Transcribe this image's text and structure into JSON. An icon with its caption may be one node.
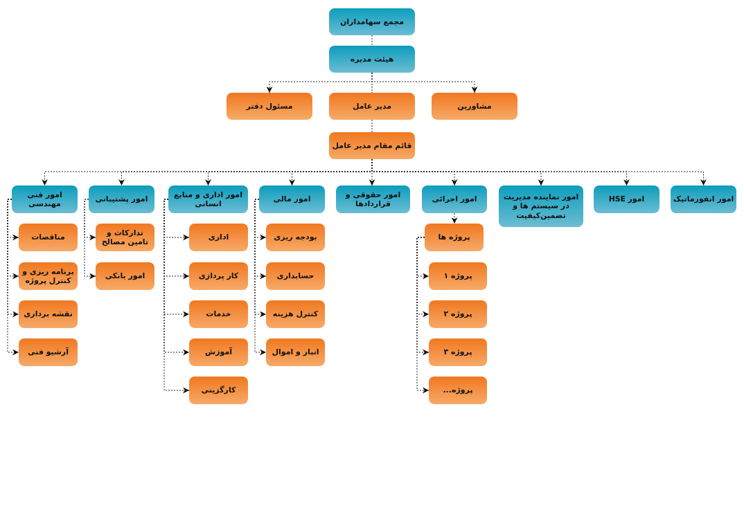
{
  "diagram": {
    "nodes": [
      {
        "text": [
          "مجمع سهامداران"
        ]
      },
      {
        "text": [
          "هیئت مدیره"
        ]
      },
      {
        "text": [
          "مسئول دفتر"
        ]
      },
      {
        "text": [
          "مدیر عامل"
        ]
      },
      {
        "text": [
          "مشاورین"
        ]
      },
      {
        "text": [
          "قائم مقام مدیر عامل"
        ]
      },
      {
        "text": [
          "امور فنی مهندسی"
        ]
      },
      {
        "text": [
          "امور پشتیبانی"
        ]
      },
      {
        "text": [
          "امور اداری و منابع انسانی"
        ]
      },
      {
        "text": [
          "امور مالی"
        ]
      },
      {
        "text": [
          "امور حقوقی و قراردادها"
        ]
      },
      {
        "text": [
          "امور اجرائی"
        ]
      },
      {
        "text": [
          "امور نماینده مدیریت در سیستم ها و تضمین‌کیفیت"
        ]
      },
      {
        "text": [
          "امور HSE"
        ]
      },
      {
        "text": [
          "امور انفورماتیک"
        ]
      },
      {
        "text": [
          "مناقصات"
        ]
      },
      {
        "text": [
          "برنامه ریزی و کنترل پروژه"
        ]
      },
      {
        "text": [
          "نقشه برداری"
        ]
      },
      {
        "text": [
          "آرشیو فنی"
        ]
      },
      {
        "text": [
          "تدارکات و تامین مصالح"
        ]
      },
      {
        "text": [
          "امور بانکی"
        ]
      },
      {
        "text": [
          "اداری"
        ]
      },
      {
        "text": [
          "کار پردازی"
        ]
      },
      {
        "text": [
          "خدمات"
        ]
      },
      {
        "text": [
          "آموزش"
        ]
      },
      {
        "text": [
          "کارگزینی"
        ]
      },
      {
        "text": [
          "بودجه ریزی"
        ]
      },
      {
        "text": [
          "حسابداری"
        ]
      },
      {
        "text": [
          "کنترل هزینه"
        ]
      },
      {
        "text": [
          "انبار و اموال"
        ]
      },
      {
        "text": [
          "پروژه ها"
        ]
      },
      {
        "text": [
          "پروژه ۱"
        ]
      },
      {
        "text": [
          "پروژه ۲"
        ]
      },
      {
        "text": [
          "پروژه ۳"
        ]
      },
      {
        "text": [
          "پروژه..."
        ]
      }
    ],
    "edges": [
      {
        "from": 0,
        "to": 1,
        "arrow": "none"
      },
      {
        "from": 1,
        "to": 2,
        "arrow": "to"
      },
      {
        "from": 1,
        "to": 3,
        "arrow": "none"
      },
      {
        "from": 1,
        "to": 4,
        "arrow": "to"
      },
      {
        "from": 3,
        "to": 5,
        "arrow": "none"
      },
      {
        "from": 5,
        "to": 6,
        "arrow": "to"
      },
      {
        "from": 5,
        "to": 7,
        "arrow": "to"
      },
      {
        "from": 5,
        "to": 8,
        "arrow": "to"
      },
      {
        "from": 5,
        "to": 9,
        "arrow": "to"
      },
      {
        "from": 5,
        "to": 10,
        "arrow": "to"
      },
      {
        "from": 5,
        "to": 11,
        "arrow": "to"
      },
      {
        "from": 5,
        "to": 12,
        "arrow": "to"
      },
      {
        "from": 5,
        "to": 13,
        "arrow": "to"
      },
      {
        "from": 5,
        "to": 14,
        "arrow": "to"
      },
      {
        "from": 6,
        "to": 15,
        "arrow": "to"
      },
      {
        "from": 6,
        "to": 16,
        "arrow": "to"
      },
      {
        "from": 6,
        "to": 17,
        "arrow": "to"
      },
      {
        "from": 6,
        "to": 18,
        "arrow": "to"
      },
      {
        "from": 7,
        "to": 19,
        "arrow": "to"
      },
      {
        "from": 7,
        "to": 20,
        "arrow": "to"
      },
      {
        "from": 8,
        "to": 21,
        "arrow": "to"
      },
      {
        "from": 8,
        "to": 22,
        "arrow": "to"
      },
      {
        "from": 8,
        "to": 23,
        "arrow": "to"
      },
      {
        "from": 8,
        "to": 24,
        "arrow": "to"
      },
      {
        "from": 8,
        "to": 25,
        "arrow": "to"
      },
      {
        "from": 9,
        "to": 26,
        "arrow": "to"
      },
      {
        "from": 9,
        "to": 27,
        "arrow": "to"
      },
      {
        "from": 9,
        "to": 28,
        "arrow": "to"
      },
      {
        "from": 9,
        "to": 29,
        "arrow": "to"
      },
      {
        "from": 11,
        "to": 30,
        "arrow": "to"
      },
      {
        "from": 30,
        "to": 31,
        "arrow": "to"
      },
      {
        "from": 30,
        "to": 32,
        "arrow": "to"
      },
      {
        "from": 30,
        "to": 33,
        "arrow": "to"
      },
      {
        "from": 30,
        "to": 34,
        "arrow": "to"
      }
    ]
  }
}
